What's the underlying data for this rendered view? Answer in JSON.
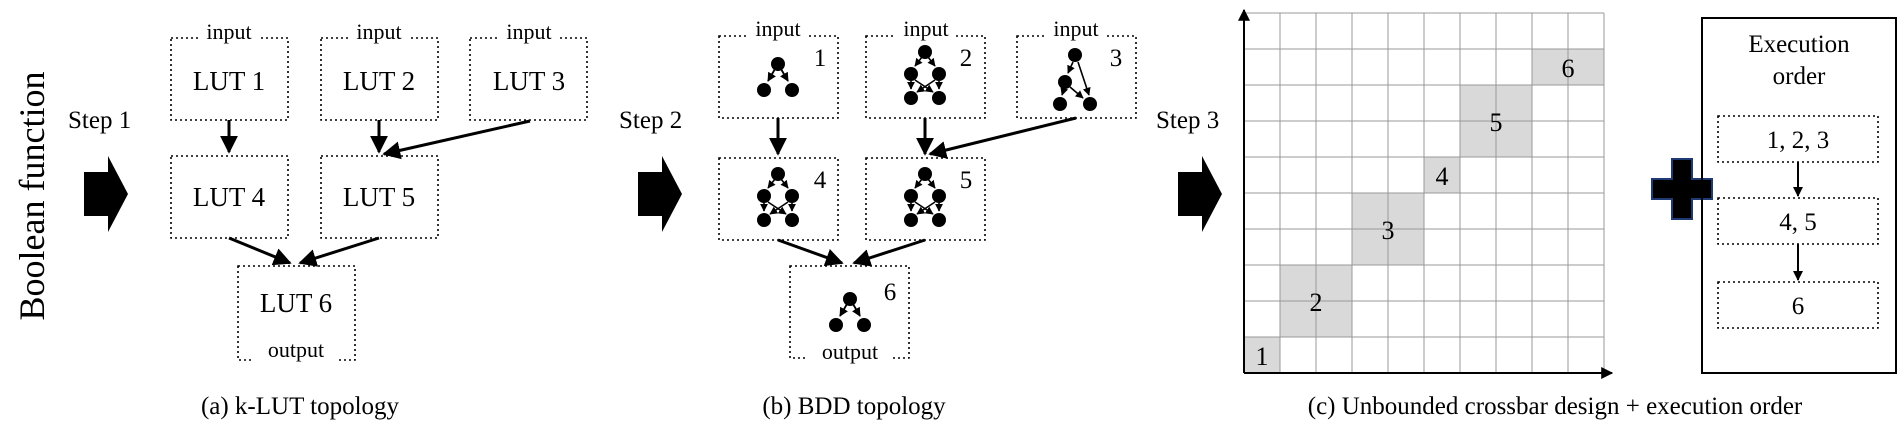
{
  "side_title": "Boolean function",
  "steps": [
    "Step 1",
    "Step 2",
    "Step 3"
  ],
  "panel_a": {
    "caption": "(a) k-LUT topology",
    "luts": [
      "LUT 1",
      "LUT 2",
      "LUT 3",
      "LUT 4",
      "LUT 5",
      "LUT 6"
    ],
    "input_label": "input",
    "output_label": "output"
  },
  "panel_b": {
    "caption": "(b) BDD topology",
    "node_numbers": [
      "1",
      "2",
      "3",
      "4",
      "5",
      "6"
    ],
    "input_label": "input",
    "output_label": "output"
  },
  "panel_c": {
    "caption": "(c) Unbounded crossbar design + execution order",
    "block_labels": [
      "1",
      "2",
      "3",
      "4",
      "5",
      "6"
    ],
    "execution_title_line1": "Execution",
    "execution_title_line2": "order",
    "execution_steps": [
      "1, 2, 3",
      "4, 5",
      "6"
    ]
  },
  "colors": {
    "block_fill": "#d9d9d9",
    "grid_line": "#999999",
    "plus_fill": "#000000",
    "plus_stroke": "#1f3a73"
  }
}
